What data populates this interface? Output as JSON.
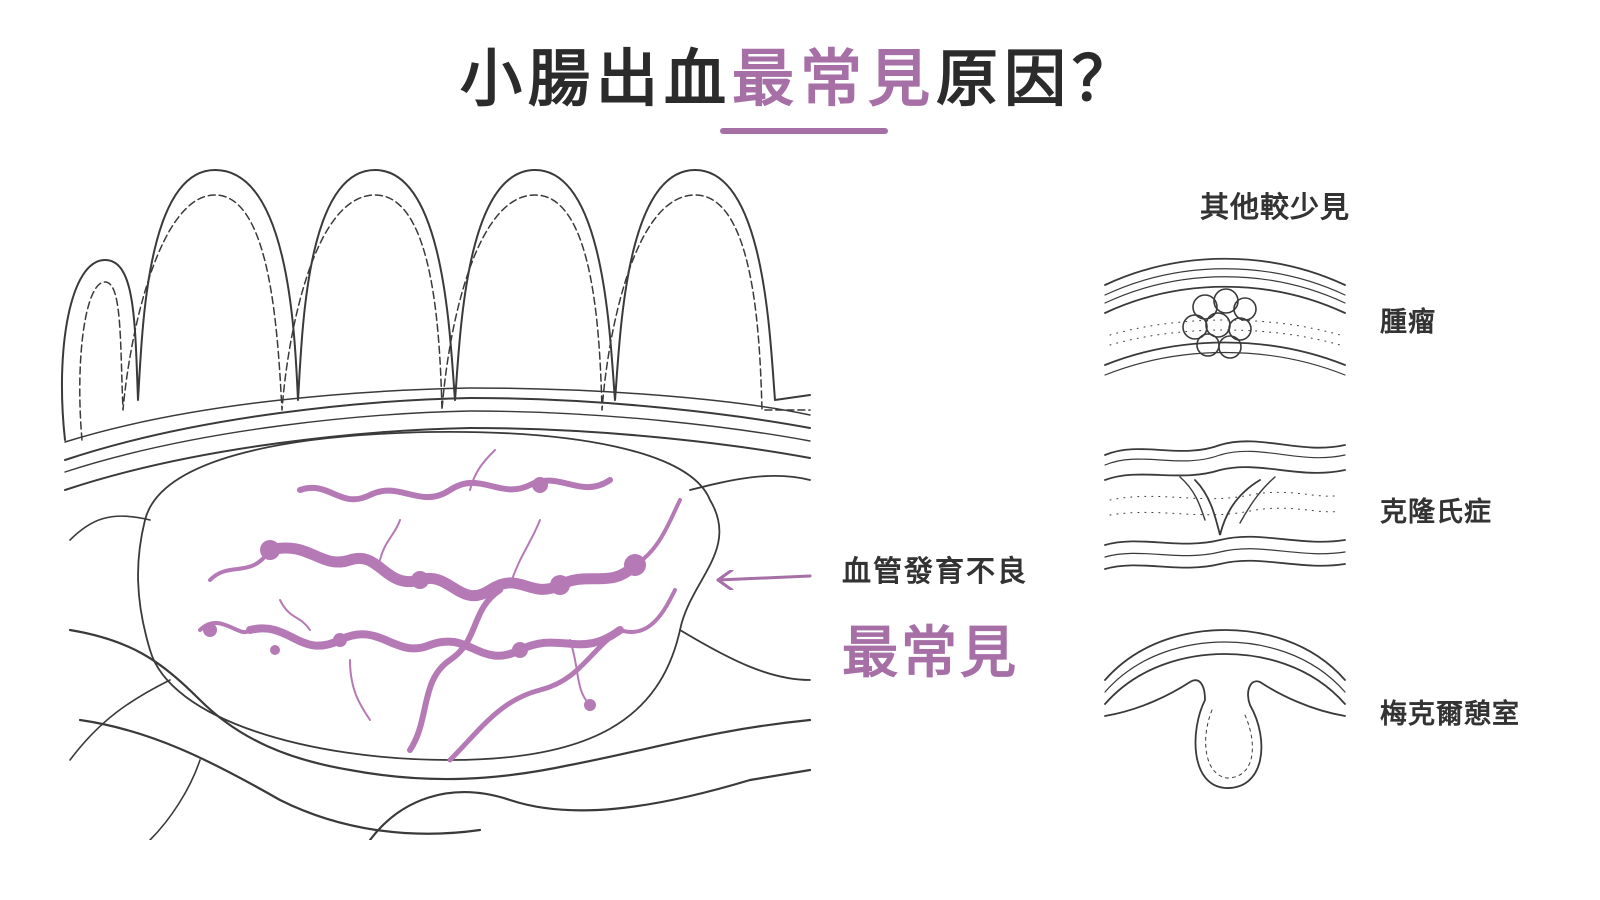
{
  "title": {
    "part1": "小腸出血",
    "part2": "最常見",
    "part3": "原因？"
  },
  "main": {
    "label": "血管發育不良",
    "accent_label": "最常見"
  },
  "side": {
    "heading": "其他較少見",
    "items": [
      {
        "label": "腫瘤"
      },
      {
        "label": "克隆氏症"
      },
      {
        "label": "梅克爾憩室"
      }
    ]
  },
  "colors": {
    "accent": "#a66fa6",
    "vessel": "#b57ab5",
    "line": "#3a3a3a"
  }
}
